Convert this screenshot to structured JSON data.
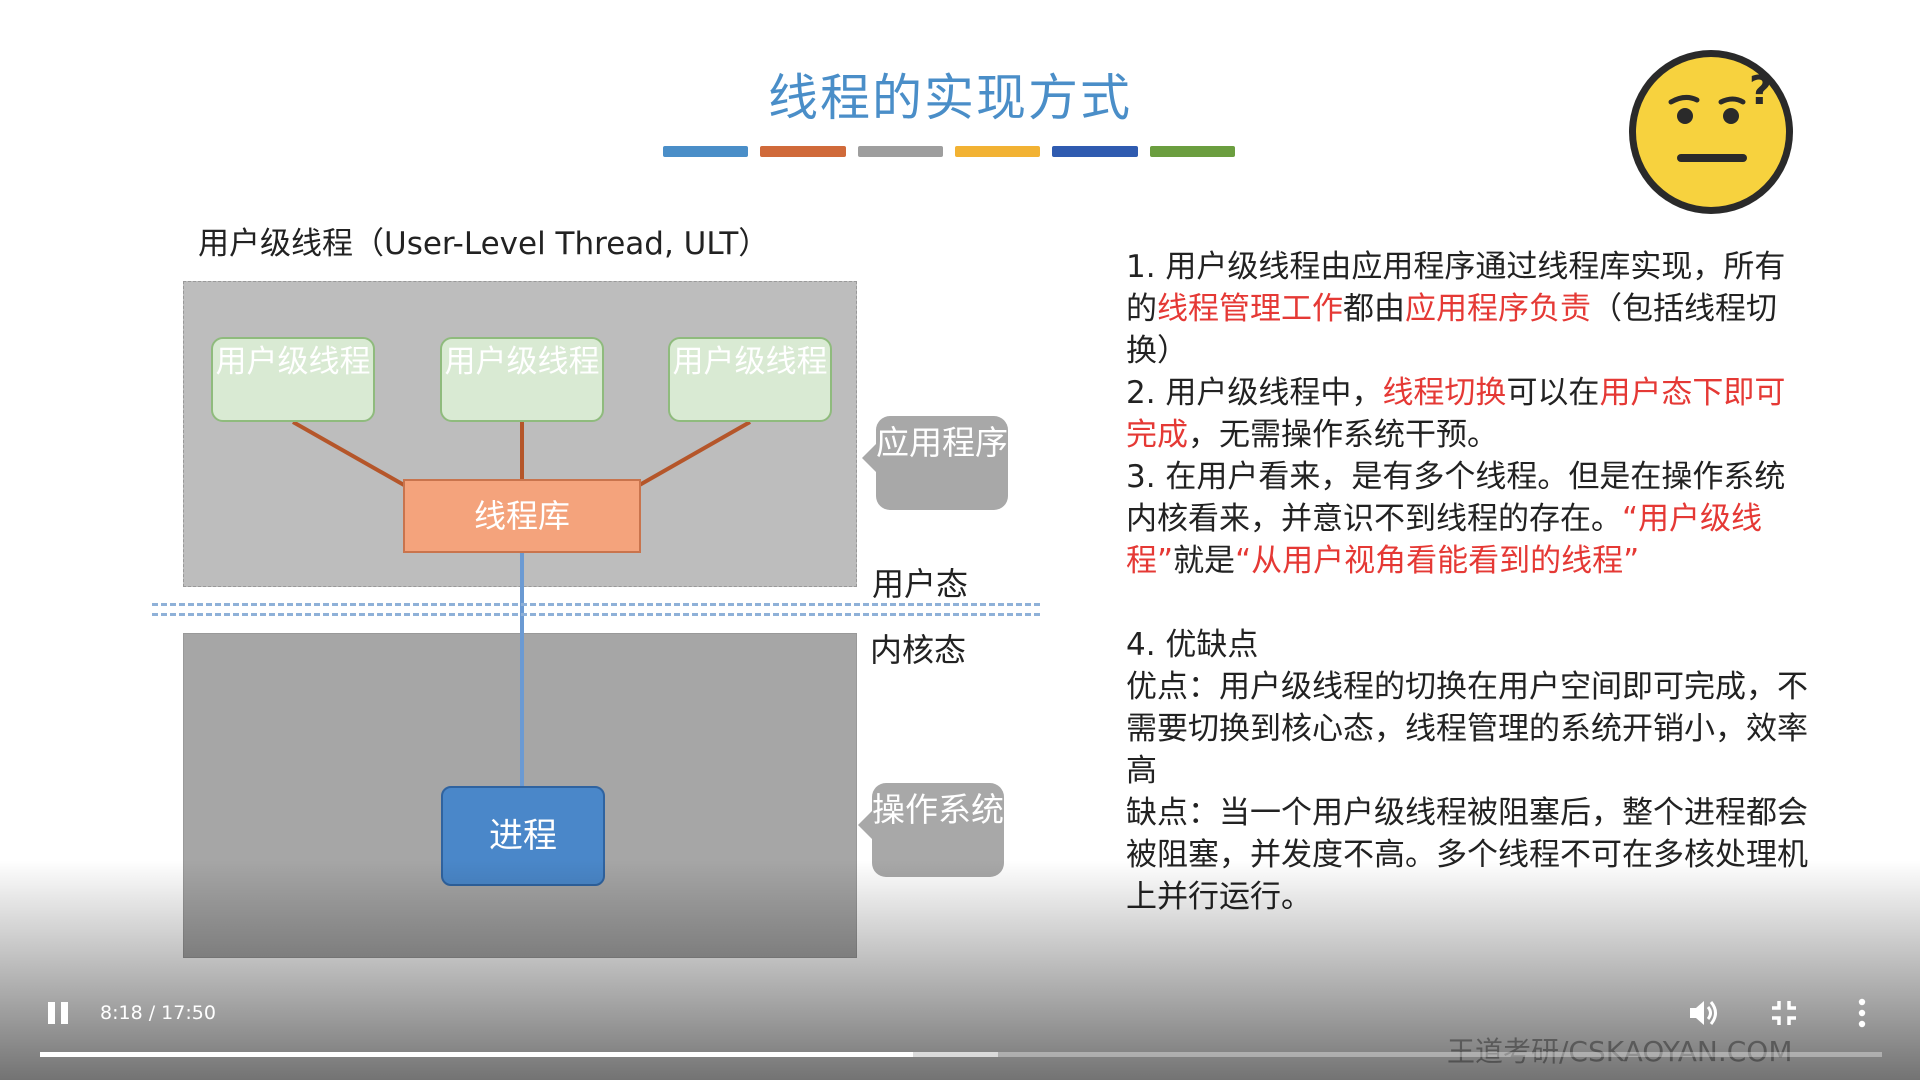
{
  "slide": {
    "title": "线程的实现方式",
    "title_bar_colors": [
      "#4a8ec8",
      "#d06a3a",
      "#9e9e9e",
      "#f2b233",
      "#2f5bb0",
      "#6b9e3f"
    ],
    "section_label": "用户级线程（User-Level Thread, ULT）",
    "ult_box_label": "用户级线程",
    "lib_label": "线程库",
    "process_label": "进程",
    "callout_app": "应用程序",
    "callout_os": "操作系统",
    "user_mode": "用户态",
    "kernel_mode": "内核态",
    "p1_a": "1. 用户级线程由应用程序通过线程库实现，所有的",
    "p1_b": "线程管理工作",
    "p1_c": "都由",
    "p1_d": "应用程序负责",
    "p1_e": "（包括线程切换）",
    "p2_a": "2. 用户级线程中，",
    "p2_b": "线程切换",
    "p2_c": "可以在",
    "p2_d": "用户态下即可完成",
    "p2_e": "，无需操作系统干预。",
    "p3_a": "3. 在用户看来，是有多个线程。但是在操作系统内核看来，并意识不到线程的存在。",
    "p3_b": "“用户级线程”",
    "p3_c": "就是",
    "p3_d": "“从用户视角看能看到的线程”",
    "p4_title": "4. 优缺点",
    "p4_pros": "优点：用户级线程的切换在用户空间即可完成，不需要切换到核心态，线程管理的系统开销小，效率高",
    "p4_cons": "缺点：当一个用户级线程被阻塞后，整个进程都会被阻塞，并发度不高。多个线程不可在多核处理机上并行运行。",
    "watermark": "王道考研/CSKAOYAN.COM",
    "emoji_icon": "confused-face-icon"
  },
  "player": {
    "time": "8:18 / 17:50",
    "progress": 0.474,
    "buffered": 0.52,
    "play_icon": "pause-icon",
    "volume_icon": "volume-icon",
    "fullscreen_icon": "exit-fullscreen-icon",
    "more_icon": "more-vertical-icon"
  }
}
